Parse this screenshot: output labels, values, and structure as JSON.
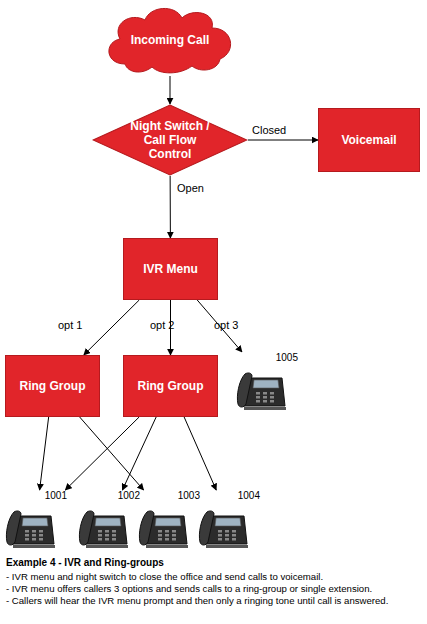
{
  "diagram": {
    "title": "Example 4 - IVR and Ring-groups",
    "nodes": [
      {
        "text": [
          "Incoming Call"
        ]
      },
      {
        "text": [
          "Night Switch / Call Flow Control"
        ]
      },
      {
        "text": [
          "Voicemail"
        ]
      },
      {
        "text": [
          "IVR Menu"
        ]
      },
      {
        "text": [
          "Ring Group"
        ]
      },
      {
        "text": [
          "Ring Group"
        ]
      },
      {
        "text": [
          "1005"
        ]
      },
      {
        "text": [
          "1001"
        ]
      },
      {
        "text": [
          "1002"
        ]
      },
      {
        "text": [
          "1003"
        ]
      },
      {
        "text": [
          "1004"
        ]
      }
    ],
    "edges": [
      {
        "from": 0,
        "to": 1,
        "arrow": "to"
      },
      {
        "from": 1,
        "to": 2,
        "label": "Closed",
        "arrow": "to"
      },
      {
        "from": 1,
        "to": 3,
        "label": "Open",
        "arrow": "to"
      },
      {
        "from": 3,
        "to": 4,
        "label": "opt 1",
        "arrow": "to"
      },
      {
        "from": 3,
        "to": 5,
        "label": "opt 2",
        "arrow": "to"
      },
      {
        "from": 3,
        "to": 6,
        "label": "opt 3",
        "arrow": "to"
      },
      {
        "from": 4,
        "to": 7,
        "arrow": "to"
      },
      {
        "from": 4,
        "to": 9,
        "arrow": "to"
      },
      {
        "from": 5,
        "to": 7,
        "arrow": "to"
      },
      {
        "from": 5,
        "to": 8,
        "arrow": "to"
      },
      {
        "from": 5,
        "to": 10,
        "arrow": "to"
      }
    ],
    "labels": [
      "- IVR menu and night switch to close the office and send calls to voicemail.",
      "- IVR menu offers callers 3 options and sends calls to a ring-group or single extension.",
      "- Callers will hear the IVR menu prompt and then only a ringing tone until call is answered."
    ]
  }
}
